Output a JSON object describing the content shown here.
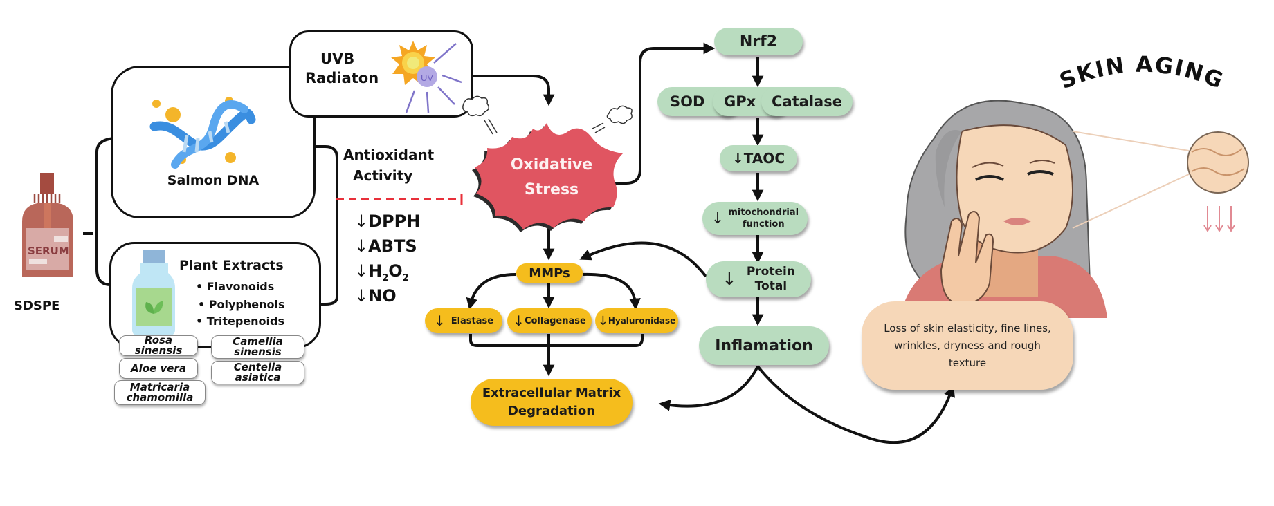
{
  "left": {
    "serum_label": "SERUM",
    "product_label": "SDSPE",
    "salmon_label": "Salmon DNA",
    "plant": {
      "title": "Plant Extracts",
      "bullets": [
        "Flavonoids",
        "Polyphenols",
        "Tritepenoids"
      ]
    },
    "species": [
      "Rosa sinensis",
      "Aloe vera",
      "Matricaria chamomilla",
      "Camellia sinensis",
      "Centella asiatica"
    ]
  },
  "uvb": {
    "line1": "UVB",
    "line2": "Radiaton",
    "badge": "UV"
  },
  "antioxidant": {
    "line1": "Antioxidant",
    "line2": "Activity",
    "markers": [
      {
        "arrow": "↓",
        "text": "DPPH"
      },
      {
        "arrow": "↓",
        "text": "ABTS"
      },
      {
        "arrow": "↓",
        "text": "H",
        "sub1": "2",
        "mid": "O",
        "sub2": "2"
      },
      {
        "arrow": "↓",
        "text": "NO"
      }
    ]
  },
  "stress": {
    "line1": "Oxidative",
    "line2": "Stress"
  },
  "mmp": {
    "label": "MMPs",
    "enzymes": [
      {
        "arrow": "↓",
        "text": "Elastase"
      },
      {
        "arrow": "↓",
        "text": "Collagenase"
      },
      {
        "arrow": "↓",
        "text": "Hyaluronidase"
      }
    ],
    "ecm_line1": "Extracellular Matrix",
    "ecm_line2": "Degradation"
  },
  "pathway": {
    "nrf2": "Nrf2",
    "enzymes": [
      "SOD",
      "GPx",
      "Catalase"
    ],
    "taoc": "↓TAOC",
    "mito_arrow": "↓",
    "mito_line1": "mitochondrial",
    "mito_line2": "function",
    "protein_arrow": "↓",
    "protein_line1": "Protein",
    "protein_line2": "Total",
    "inflammation": "Inflamation"
  },
  "aging": {
    "title": "SKIN AGING",
    "description": "Loss of skin elasticity, fine lines, wrinkles, dryness and rough texture"
  },
  "colors": {
    "green": "#b9dcbf",
    "yellow": "#f5bd1d",
    "stress_red": "#e05561",
    "inhibit_red": "#e8303a",
    "serum": "#b9675a",
    "skin": "#f6d7b8"
  }
}
